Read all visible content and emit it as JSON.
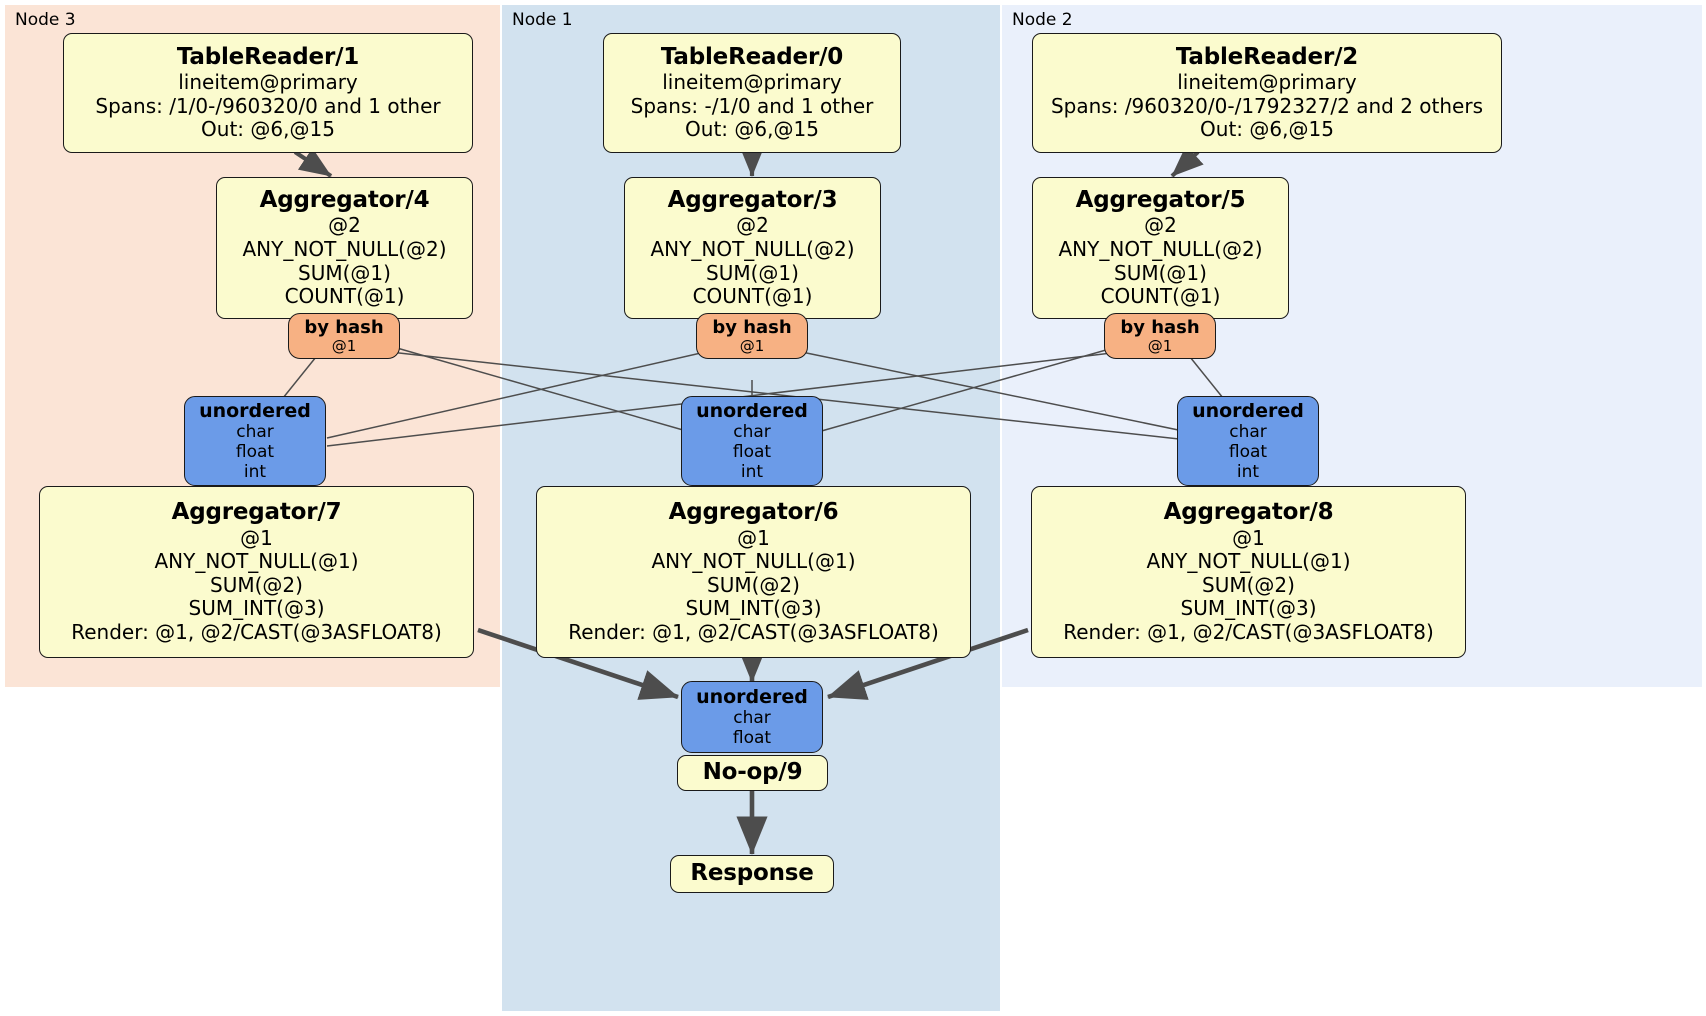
{
  "diagram": {
    "type": "distributed-query-plan",
    "colors": {
      "node3_bg": "#fbe4d6",
      "node1_bg": "#d2e2ef",
      "node2_bg": "#eaf0fb",
      "processor_fill": "#fbfbce",
      "router_fill": "#f7b183",
      "stream_fill": "#6b9be8",
      "edge": "#4d4d4d",
      "border": "#1a1a1a"
    },
    "regions": [
      {
        "id": "node3",
        "label": "Node 3"
      },
      {
        "id": "node1",
        "label": "Node 1"
      },
      {
        "id": "node2",
        "label": "Node 2"
      }
    ],
    "nodes": {
      "tablereader1": {
        "title": "TableReader/1",
        "lines": [
          "lineitem@primary",
          "Spans: /1/0-/960320/0 and 1 other",
          "Out: @6,@15"
        ]
      },
      "tablereader0": {
        "title": "TableReader/0",
        "lines": [
          "lineitem@primary",
          "Spans: -/1/0 and 1 other",
          "Out: @6,@15"
        ]
      },
      "tablereader2": {
        "title": "TableReader/2",
        "lines": [
          "lineitem@primary",
          "Spans: /960320/0-/1792327/2 and 2 others",
          "Out: @6,@15"
        ]
      },
      "aggregator4": {
        "title": "Aggregator/4",
        "lines": [
          "@2",
          "ANY_NOT_NULL(@2)",
          "SUM(@1)",
          "COUNT(@1)"
        ]
      },
      "aggregator3": {
        "title": "Aggregator/3",
        "lines": [
          "@2",
          "ANY_NOT_NULL(@2)",
          "SUM(@1)",
          "COUNT(@1)"
        ]
      },
      "aggregator5": {
        "title": "Aggregator/5",
        "lines": [
          "@2",
          "ANY_NOT_NULL(@2)",
          "SUM(@1)",
          "COUNT(@1)"
        ]
      },
      "hash_left": {
        "title": "by hash",
        "lines": [
          "@1"
        ]
      },
      "hash_center": {
        "title": "by hash",
        "lines": [
          "@1"
        ]
      },
      "hash_right": {
        "title": "by hash",
        "lines": [
          "@1"
        ]
      },
      "unordered_left": {
        "title": "unordered",
        "lines": [
          "char",
          "float",
          "int"
        ]
      },
      "unordered_center": {
        "title": "unordered",
        "lines": [
          "char",
          "float",
          "int"
        ]
      },
      "unordered_right": {
        "title": "unordered",
        "lines": [
          "char",
          "float",
          "int"
        ]
      },
      "aggregator7": {
        "title": "Aggregator/7",
        "lines": [
          "@1",
          "ANY_NOT_NULL(@1)",
          "SUM(@2)",
          "SUM_INT(@3)",
          "Render: @1, @2/CAST(@3ASFLOAT8)"
        ]
      },
      "aggregator6": {
        "title": "Aggregator/6",
        "lines": [
          "@1",
          "ANY_NOT_NULL(@1)",
          "SUM(@2)",
          "SUM_INT(@3)",
          "Render: @1, @2/CAST(@3ASFLOAT8)"
        ]
      },
      "aggregator8": {
        "title": "Aggregator/8",
        "lines": [
          "@1",
          "ANY_NOT_NULL(@1)",
          "SUM(@2)",
          "SUM_INT(@3)",
          "Render: @1, @2/CAST(@3ASFLOAT8)"
        ]
      },
      "unordered_final": {
        "title": "unordered",
        "lines": [
          "char",
          "float"
        ]
      },
      "noop9": {
        "title": "No-op/9",
        "lines": []
      },
      "response": {
        "title": "Response",
        "lines": []
      }
    }
  }
}
